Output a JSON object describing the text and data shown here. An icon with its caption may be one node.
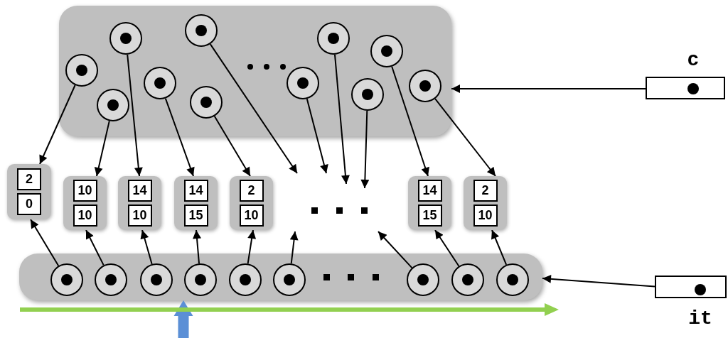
{
  "diagram": {
    "nodes": [
      {
        "text": [],
        "shape": "box"
      },
      {
        "text": [],
        "shape": "circle",
        "in": 0
      },
      {
        "text": [],
        "shape": "circle",
        "in": 0
      },
      {
        "text": [],
        "shape": "circle",
        "in": 0
      },
      {
        "text": [],
        "shape": "circle",
        "in": 0
      },
      {
        "text": [],
        "shape": "circle",
        "in": 0
      },
      {
        "text": [],
        "shape": "circle",
        "in": 0
      },
      {
        "text": [],
        "shape": "circle",
        "in": 0
      },
      {
        "text": [],
        "shape": "circle",
        "in": 0
      },
      {
        "text": [],
        "shape": "circle",
        "in": 0
      },
      {
        "text": [],
        "shape": "circle",
        "in": 0
      },
      {
        "text": [],
        "shape": "circle",
        "in": 0
      },
      {
        "text": [
          "c"
        ]
      },
      {
        "text": [
          "2",
          "0"
        ]
      },
      {
        "text": [
          "10",
          "10"
        ]
      },
      {
        "text": [
          "14",
          "10"
        ]
      },
      {
        "text": [
          "14",
          "15"
        ]
      },
      {
        "text": [
          "2",
          "10"
        ]
      },
      {
        "text": [
          "14",
          "15"
        ]
      },
      {
        "text": [
          "2",
          "10"
        ]
      },
      {
        "text": [],
        "shape": "box"
      },
      {
        "text": [],
        "shape": "circle",
        "in": 20
      },
      {
        "text": [],
        "shape": "circle",
        "in": 20
      },
      {
        "text": [],
        "shape": "circle",
        "in": 20
      },
      {
        "text": [],
        "shape": "circle",
        "in": 20
      },
      {
        "text": [],
        "shape": "circle",
        "in": 20
      },
      {
        "text": [],
        "shape": "circle",
        "in": 20
      },
      {
        "text": [],
        "shape": "circle",
        "in": 20
      },
      {
        "text": [],
        "shape": "circle",
        "in": 20
      },
      {
        "text": [],
        "shape": "circle",
        "in": 20
      },
      {
        "text": [
          "it"
        ]
      }
    ],
    "edges": [
      {
        "from": 1,
        "to": 13,
        "arrow": "to"
      },
      {
        "from": 2,
        "to": 14,
        "arrow": "to"
      },
      {
        "from": 3,
        "to": 15,
        "arrow": "to"
      },
      {
        "from": 4,
        "to": 16,
        "arrow": "to"
      },
      {
        "from": 5,
        "to": null,
        "arrow": "to"
      },
      {
        "from": 6,
        "to": 17,
        "arrow": "to"
      },
      {
        "from": 7,
        "to": null,
        "arrow": "to"
      },
      {
        "from": 8,
        "to": null,
        "arrow": "to"
      },
      {
        "from": 9,
        "to": null,
        "arrow": "to"
      },
      {
        "from": 10,
        "to": 18,
        "arrow": "to"
      },
      {
        "from": 11,
        "to": 19,
        "arrow": "to"
      },
      {
        "from": 12,
        "to": 0,
        "arrow": "to"
      },
      {
        "from": 21,
        "to": 13,
        "arrow": "to"
      },
      {
        "from": 22,
        "to": 14,
        "arrow": "to"
      },
      {
        "from": 23,
        "to": 15,
        "arrow": "to"
      },
      {
        "from": 24,
        "to": 16,
        "arrow": "to"
      },
      {
        "from": 25,
        "to": 17,
        "arrow": "to"
      },
      {
        "from": 26,
        "to": null,
        "arrow": "to"
      },
      {
        "from": 27,
        "to": null,
        "arrow": "to"
      },
      {
        "from": 28,
        "to": 18,
        "arrow": "to"
      },
      {
        "from": 29,
        "to": 19,
        "arrow": "to"
      },
      {
        "from": 30,
        "to": 20,
        "arrow": "to"
      },
      {
        "from": null,
        "to": 20,
        "arrow": "to",
        "style": "thick",
        "color": "#5b8fd6"
      }
    ]
  }
}
